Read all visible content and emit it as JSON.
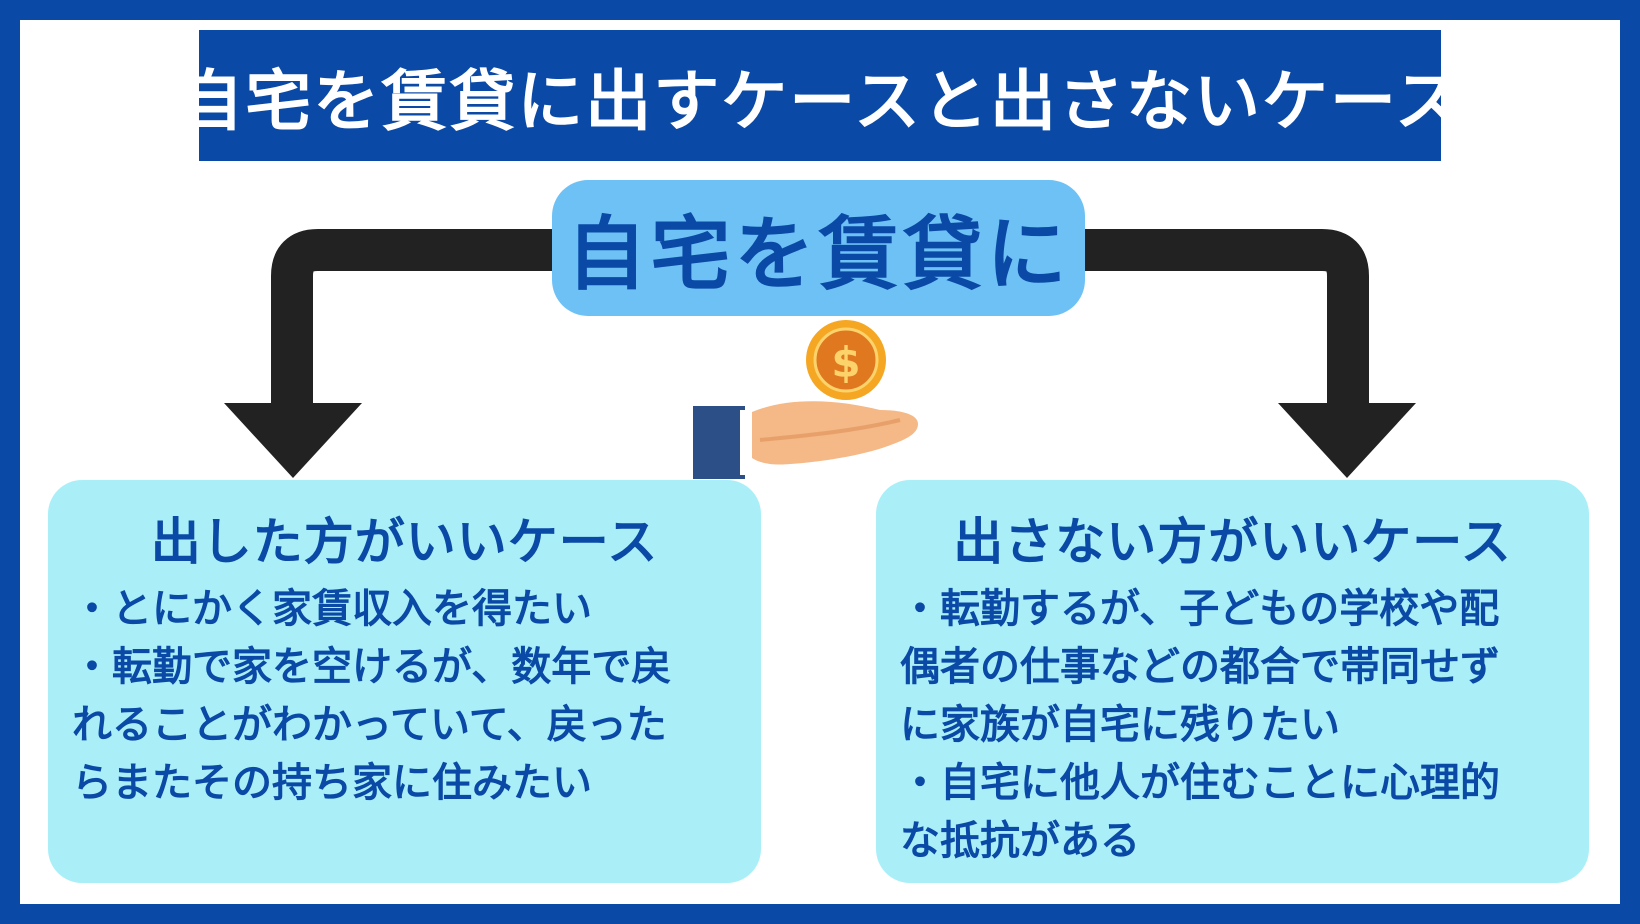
{
  "title": "自宅を賃貸に出すケースと出さないケース",
  "center_label": "自宅を賃貸に",
  "left_box": {
    "heading": "出した方がいいケース",
    "lines": [
      "・とにかく家賃収入を得たい",
      "・転勤で家を空けるが、数年で戻",
      "れることがわかっていて、戻った",
      "らまたその持ち家に住みたい"
    ]
  },
  "right_box": {
    "heading": "出さない方がいいケース",
    "lines": [
      "・転勤するが、子どもの学校や配",
      "偶者の仕事などの都合で帯同せず",
      "に家族が自宅に残りたい",
      "・自宅に他人が住むことに心理的",
      "な抵抗がある"
    ]
  },
  "icons": [
    "coin-dollar-icon",
    "hand-icon",
    "arrow-left-down-icon",
    "arrow-right-down-icon"
  ],
  "colors": {
    "frame": "#0a4aa6",
    "title_bg": "#0a4aa6",
    "pill_bg": "#6ec1f5",
    "box_bg": "#aaeff8",
    "text_blue": "#0a4aa6",
    "arrow": "#222222",
    "coin": "#f5a623",
    "hand_sleeve": "#2b4f86",
    "hand_skin": "#f5b887"
  }
}
